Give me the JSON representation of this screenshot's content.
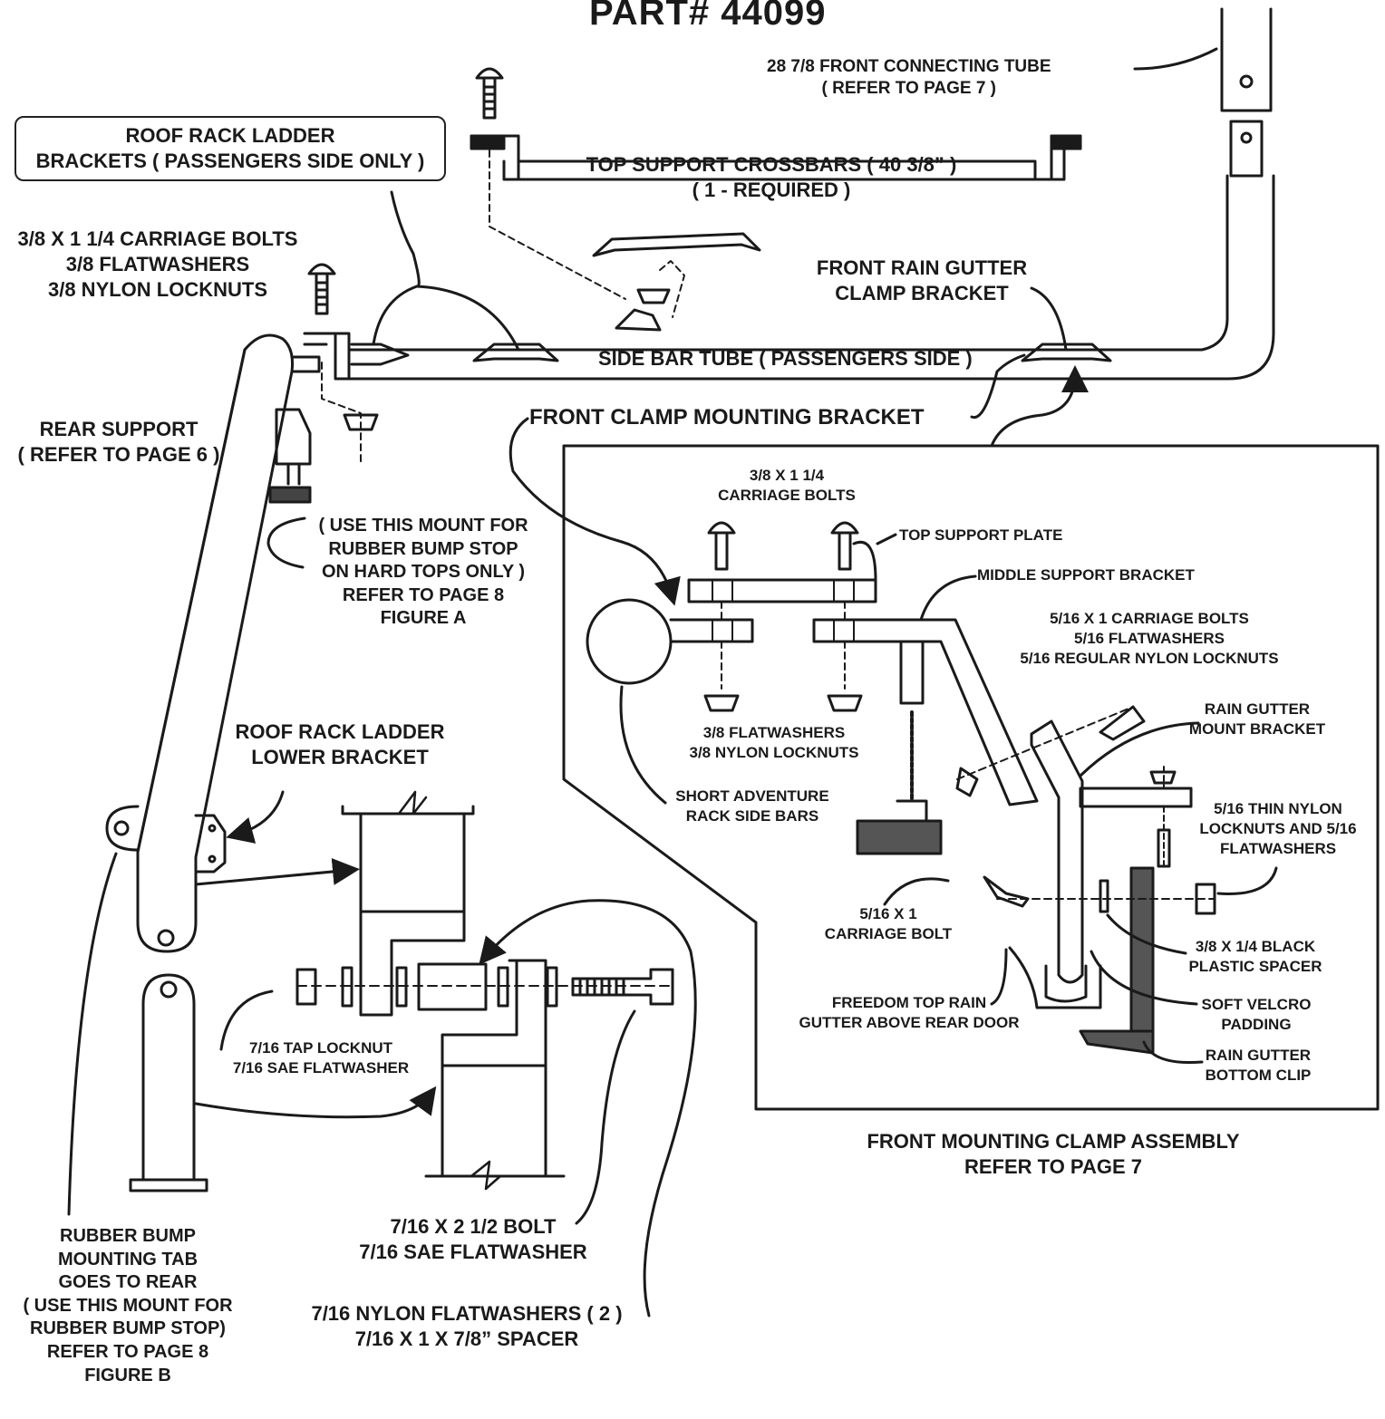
{
  "title": "PART# 44099",
  "labels": {
    "front_tube": "28 7/8 FRONT CONNECTING TUBE\n( REFER TO PAGE 7 )",
    "ladder_brackets": "ROOF RACK LADDER\nBRACKETS ( PASSENGERS SIDE ONLY )",
    "crossbars": "TOP SUPPORT CROSSBARS ( 40 3/8” )\n( 1 - REQUIRED )",
    "carriage_bolts_top": "3/8 X 1 1/4 CARRIAGE BOLTS\n3/8 FLATWASHERS\n3/8 NYLON LOCKNUTS",
    "front_rain_gutter": "FRONT RAIN GUTTER\nCLAMP BRACKET",
    "side_bar": "SIDE BAR TUBE ( PASSENGERS SIDE )",
    "rear_support": "REAR SUPPORT\n( REFER TO PAGE 6 )",
    "front_clamp_mount": "FRONT CLAMP MOUNTING BRACKET",
    "bump_stop_a": "( USE THIS MOUNT FOR\nRUBBER BUMP STOP\nON HARD TOPS ONLY )\nREFER TO PAGE 8\nFIGURE A",
    "ladder_lower": "ROOF RACK LADDER\nLOWER BRACKET",
    "tap_locknut": "7/16 TAP LOCKNUT\n7/16 SAE FLATWASHER",
    "bolt_716": "7/16 X 2 1/2 BOLT\n7/16 SAE FLATWASHER",
    "nylon_flatwashers": "7/16 NYLON FLATWASHERS ( 2 )\n7/16 X 1 X 7/8” SPACER",
    "rubber_bump_tab": "RUBBER BUMP\nMOUNTING TAB\nGOES TO REAR\n( USE THIS MOUNT FOR\nRUBBER BUMP STOP)\nREFER TO PAGE 8\nFIGURE B",
    "inset_carriage": "3/8 X 1 1/4\nCARRIAGE BOLTS",
    "inset_top_plate": "TOP SUPPORT PLATE",
    "inset_middle_bracket": "MIDDLE SUPPORT BRACKET",
    "inset_516_bolts": "5/16 X 1 CARRIAGE BOLTS\n5/16 FLATWASHERS\n5/16 REGULAR NYLON LOCKNUTS",
    "inset_rain_mount": "RAIN GUTTER\nMOUNT BRACKET",
    "inset_flatwashers": "3/8 FLATWASHERS\n3/8 NYLON LOCKNUTS",
    "inset_short_bars": "SHORT ADVENTURE\nRACK SIDE BARS",
    "inset_thin_locknuts": "5/16 THIN NYLON\nLOCKNUTS AND 5/16\nFLATWASHERS",
    "inset_516_bolt": "5/16 X 1\nCARRIAGE BOLT",
    "inset_spacer": "3/8 X 1/4 BLACK\nPLASTIC SPACER",
    "inset_freedom_top": "FREEDOM TOP RAIN\nGUTTER ABOVE REAR DOOR",
    "inset_velcro": "SOFT VELCRO\nPADDING",
    "inset_bottom_clip": "RAIN GUTTER\nBOTTOM CLIP",
    "assembly_caption": "FRONT MOUNTING CLAMP ASSEMBLY\nREFER TO PAGE 7"
  }
}
